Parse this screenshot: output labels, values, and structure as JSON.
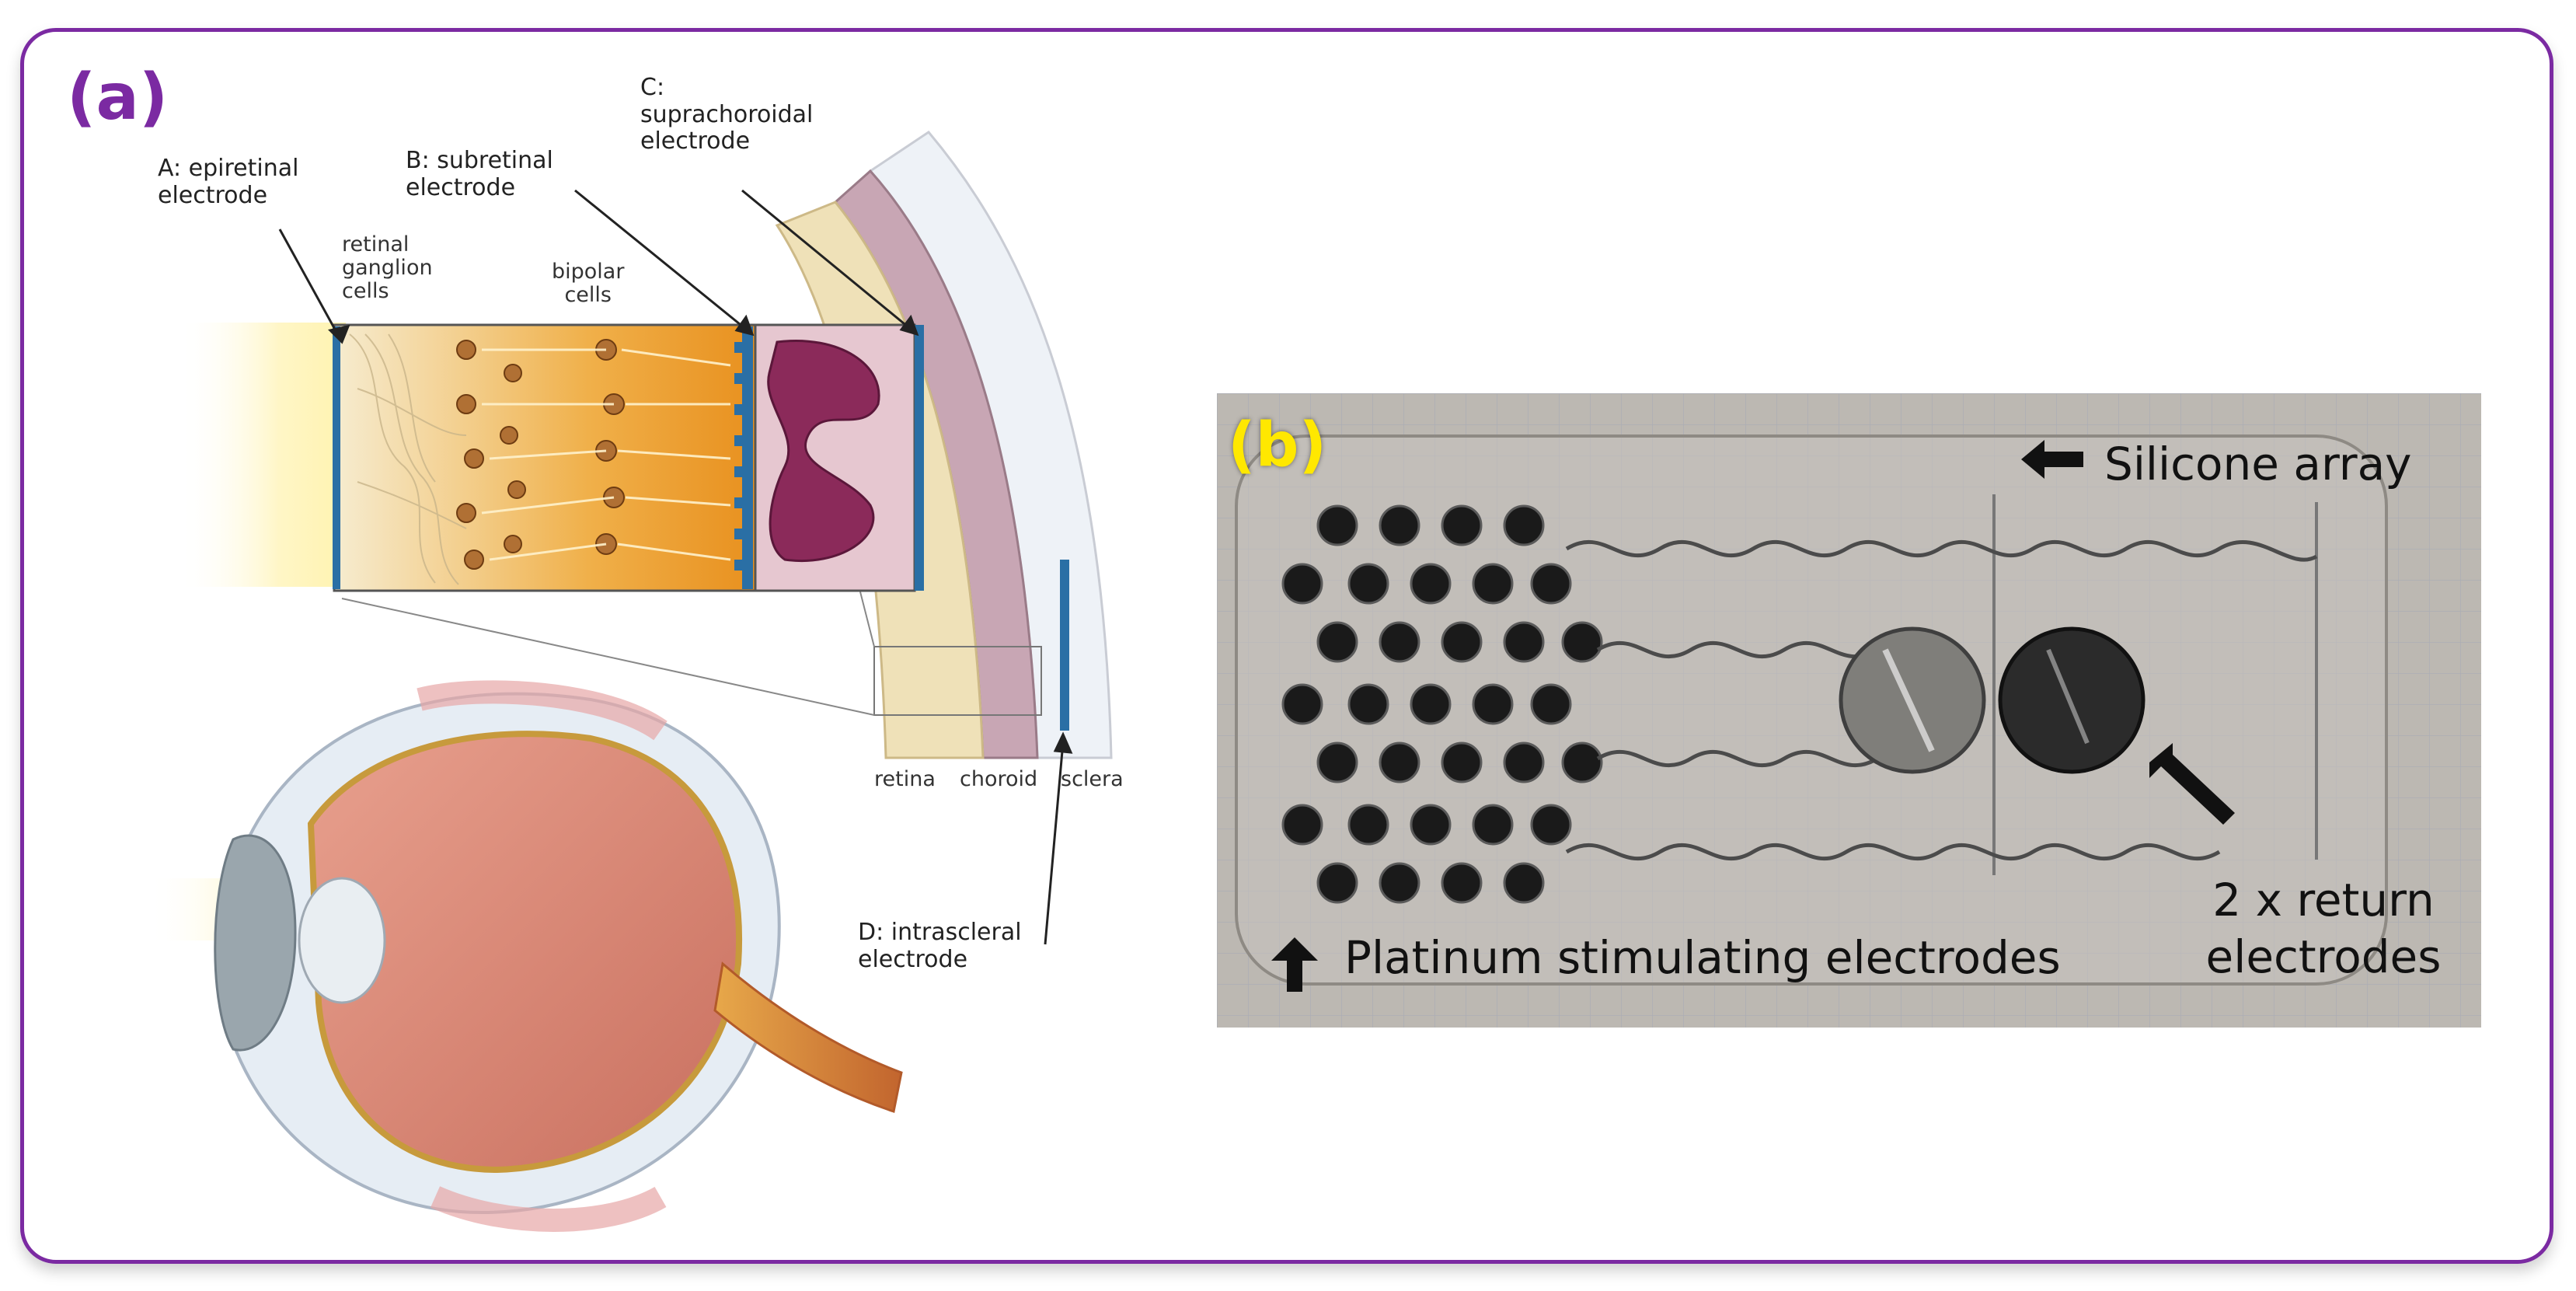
{
  "panel_a": {
    "label": "(a)",
    "labels": {
      "epiretinal": "A: epiretinal\nelectrode",
      "subretinal": "B: subretinal\nelectrode",
      "suprachoroidal": "C:\nsuprachoroidal\nelectrode",
      "intrascleral": "D: intrascleral\nelectrode",
      "ganglion": "retinal\nganglion\ncells",
      "bipolar": "bipolar\ncells",
      "retina": "retina",
      "choroid": "choroid",
      "sclera": "sclera"
    }
  },
  "panel_b": {
    "label": "(b)",
    "silicone_array": "Silicone array",
    "platinum": "Platinum stimulating electrodes",
    "return": "2 x return\nelectrodes"
  },
  "colors": {
    "frame": "#7b2aa2",
    "label_a": "#7b2aa2",
    "label_b": "#ffe800",
    "electrode": "#2a6fa5"
  }
}
